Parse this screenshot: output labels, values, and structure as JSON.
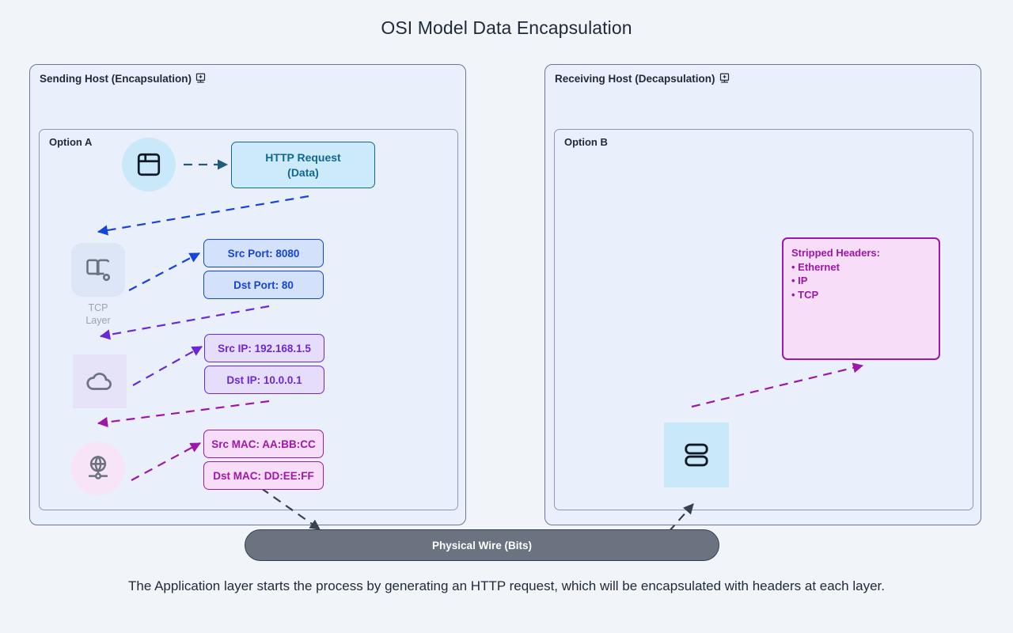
{
  "page": {
    "title": "OSI Model Data Encapsulation",
    "caption": "The Application layer starts the process by generating an HTTP request, which will be encapsulated with headers at each layer.",
    "background_color": "#f1f4f9"
  },
  "hosts": [
    {
      "id": "sending-host",
      "label": "Sending Host (Encapsulation)",
      "icon": "workstation-icon",
      "option": {
        "label": "Option A"
      }
    },
    {
      "id": "receiving-host",
      "label": "Receiving Host (Decapsulation)",
      "icon": "workstation-icon",
      "option": {
        "label": "Option B"
      }
    }
  ],
  "layers": [
    {
      "id": "application-layer",
      "icon": "browser-window-icon",
      "caption": "",
      "badge_shape": "circle",
      "badge_color": "#c9e9fa",
      "icon_color": "#111827"
    },
    {
      "id": "tcp-layer",
      "icon": "book-gear-icon",
      "caption": "TCP\nLayer",
      "caption_line1": "TCP",
      "caption_line2": "Layer",
      "badge_shape": "rounded",
      "badge_color": "#dde6f7",
      "icon_color": "#6b7280"
    },
    {
      "id": "ip-layer",
      "icon": "cloud-icon",
      "caption": "",
      "badge_shape": "square",
      "badge_color": "#e6e2f8",
      "icon_color": "#6b7280"
    },
    {
      "id": "ethernet-layer",
      "icon": "network-globe-icon",
      "caption": "",
      "badge_shape": "circle",
      "badge_color": "#f7e5f7",
      "icon_color": "#6b7280"
    },
    {
      "id": "receiving-server",
      "icon": "server-stack-icon",
      "caption": "",
      "badge_shape": "square",
      "badge_color": "#c9e9fa",
      "icon_color": "#111827"
    }
  ],
  "packets": [
    {
      "id": "http-request",
      "line1": "HTTP Request",
      "line2": "(Data)",
      "fill": "#cdeafb",
      "stroke": "#11688e",
      "text_color": "#11688e"
    },
    {
      "id": "src-port",
      "line1": "Src Port: 8080",
      "fill": "#d3e1fb",
      "stroke": "#1544d8",
      "text_color": "#1544d8"
    },
    {
      "id": "dst-port",
      "line1": "Dst Port: 80",
      "fill": "#d3e1fb",
      "stroke": "#1544d8",
      "text_color": "#1544d8"
    },
    {
      "id": "src-ip",
      "line1": "Src IP: 192.168.1.5",
      "fill": "#e6ddfb",
      "stroke": "#6b28d8",
      "text_color": "#6b28d8"
    },
    {
      "id": "dst-ip",
      "line1": "Dst IP: 10.0.0.1",
      "fill": "#e6ddfb",
      "stroke": "#6b28d8",
      "text_color": "#6b28d8"
    },
    {
      "id": "src-mac",
      "line1": "Src MAC: AA:BB:CC",
      "fill": "#f8ddf8",
      "stroke": "#9d17a8",
      "text_color": "#9d17a8"
    },
    {
      "id": "dst-mac",
      "line1": "Dst MAC: DD:EE:FF",
      "fill": "#f8ddf8",
      "stroke": "#9d17a8",
      "text_color": "#9d17a8"
    }
  ],
  "stripped_headers": {
    "title": "Stripped Headers:",
    "items": [
      "• Ethernet",
      "• IP",
      "• TCP"
    ],
    "item_0": "• Ethernet",
    "item_1": "• IP",
    "item_2": "• TCP",
    "fill": "#f8ddf8",
    "stroke": "#9d17a8"
  },
  "wire": {
    "label": "Physical Wire (Bits)",
    "fill": "#6b7280",
    "stroke": "#374151",
    "text_color": "#ffffff"
  },
  "edges": {
    "colors": {
      "app_to_data": "#1f5d7a",
      "data_to_tcp": "#1544d8",
      "tcp_to_port": "#1544d8",
      "port_to_ip": "#6b28d8",
      "ip_to_ipbox": "#6b28d8",
      "ipbox_to_eth": "#9d17a8",
      "eth_to_mac": "#9d17a8",
      "mac_to_wire": "#374151",
      "wire_to_server": "#374151",
      "server_to_stripped": "#9d17a8"
    }
  }
}
